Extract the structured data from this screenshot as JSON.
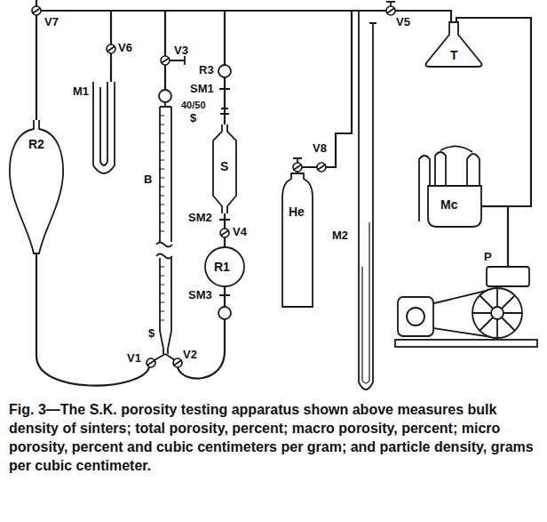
{
  "diagram": {
    "caption": "Fig. 3—The S.K. porosity testing apparatus shown above measures bulk density of sinters; total porosity, percent; macro porosity, percent; micro porosity, percent and cubic centimeters per gram; and particle density, grams per cubic centimeter.",
    "nodes": [
      {
        "text": [
          "R2"
        ]
      },
      {
        "text": [
          "S"
        ]
      },
      {
        "text": [
          "R1"
        ]
      },
      {
        "text": [
          "He"
        ]
      },
      {
        "text": [
          "T"
        ]
      },
      {
        "text": [
          "Mc"
        ]
      }
    ],
    "edges": [
      {
        "from": 1,
        "to": 2,
        "arrow": "none"
      }
    ],
    "labels": [
      "V7",
      "V6",
      "M1",
      "V3",
      "R3",
      "SM1",
      "40/50",
      "$",
      "B",
      "SM2",
      "V4",
      "SM3",
      "$",
      "V1",
      "V2",
      "V8",
      "M2",
      "V5",
      "P"
    ]
  }
}
